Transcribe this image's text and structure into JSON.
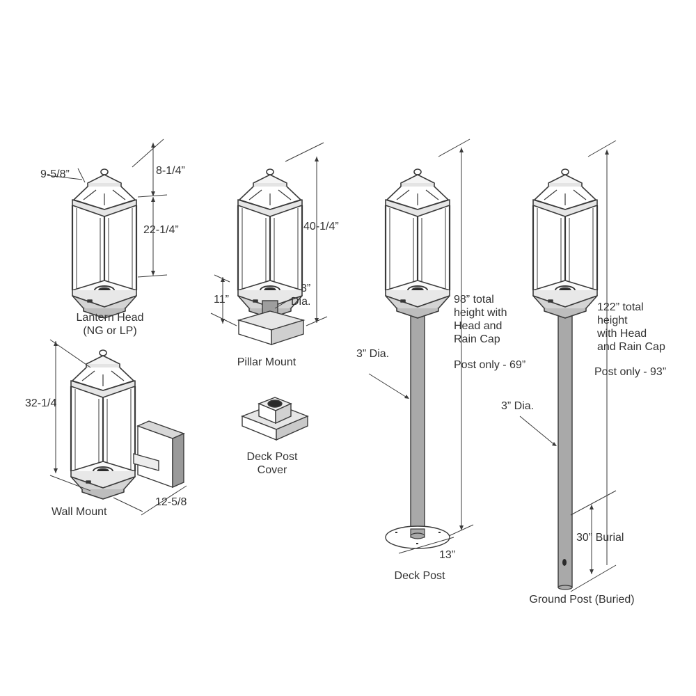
{
  "lantern_head": {
    "dim_width": "9-5/8”",
    "dim_top": "8-1/4”",
    "dim_body": "22-1/4”",
    "caption_lines": [
      "Lantern Head",
      "(NG or LP)"
    ]
  },
  "wall_mount": {
    "dim_height": "32-1/4",
    "dim_depth": "12-5/8",
    "caption": "Wall Mount"
  },
  "pillar_mount": {
    "dim_total": "40-1/4”",
    "dim_base": "11”",
    "dim_dia_lines": [
      "3”",
      "Dia."
    ],
    "caption": "Pillar Mount"
  },
  "deck_post_cover": {
    "caption_lines": [
      "Deck Post",
      "Cover"
    ]
  },
  "deck_post": {
    "total_lines": [
      "98” total",
      "height with",
      "Head and",
      "Rain Cap"
    ],
    "post_only": "Post only - 69”",
    "dia": "3” Dia.",
    "plate": "13”",
    "caption": "Deck  Post"
  },
  "ground_post": {
    "total_lines": [
      "122” total",
      "height",
      "with Head",
      "and Rain Cap"
    ],
    "post_only": "Post only - 93”",
    "dia": "3” Dia.",
    "burial": "30” Burial",
    "caption": "Ground Post (Buried)"
  },
  "colors": {
    "line": "#3a3a3a",
    "post_fill": "#a9a9a9",
    "shade": "#d6d6d6",
    "dark": "#555555"
  }
}
